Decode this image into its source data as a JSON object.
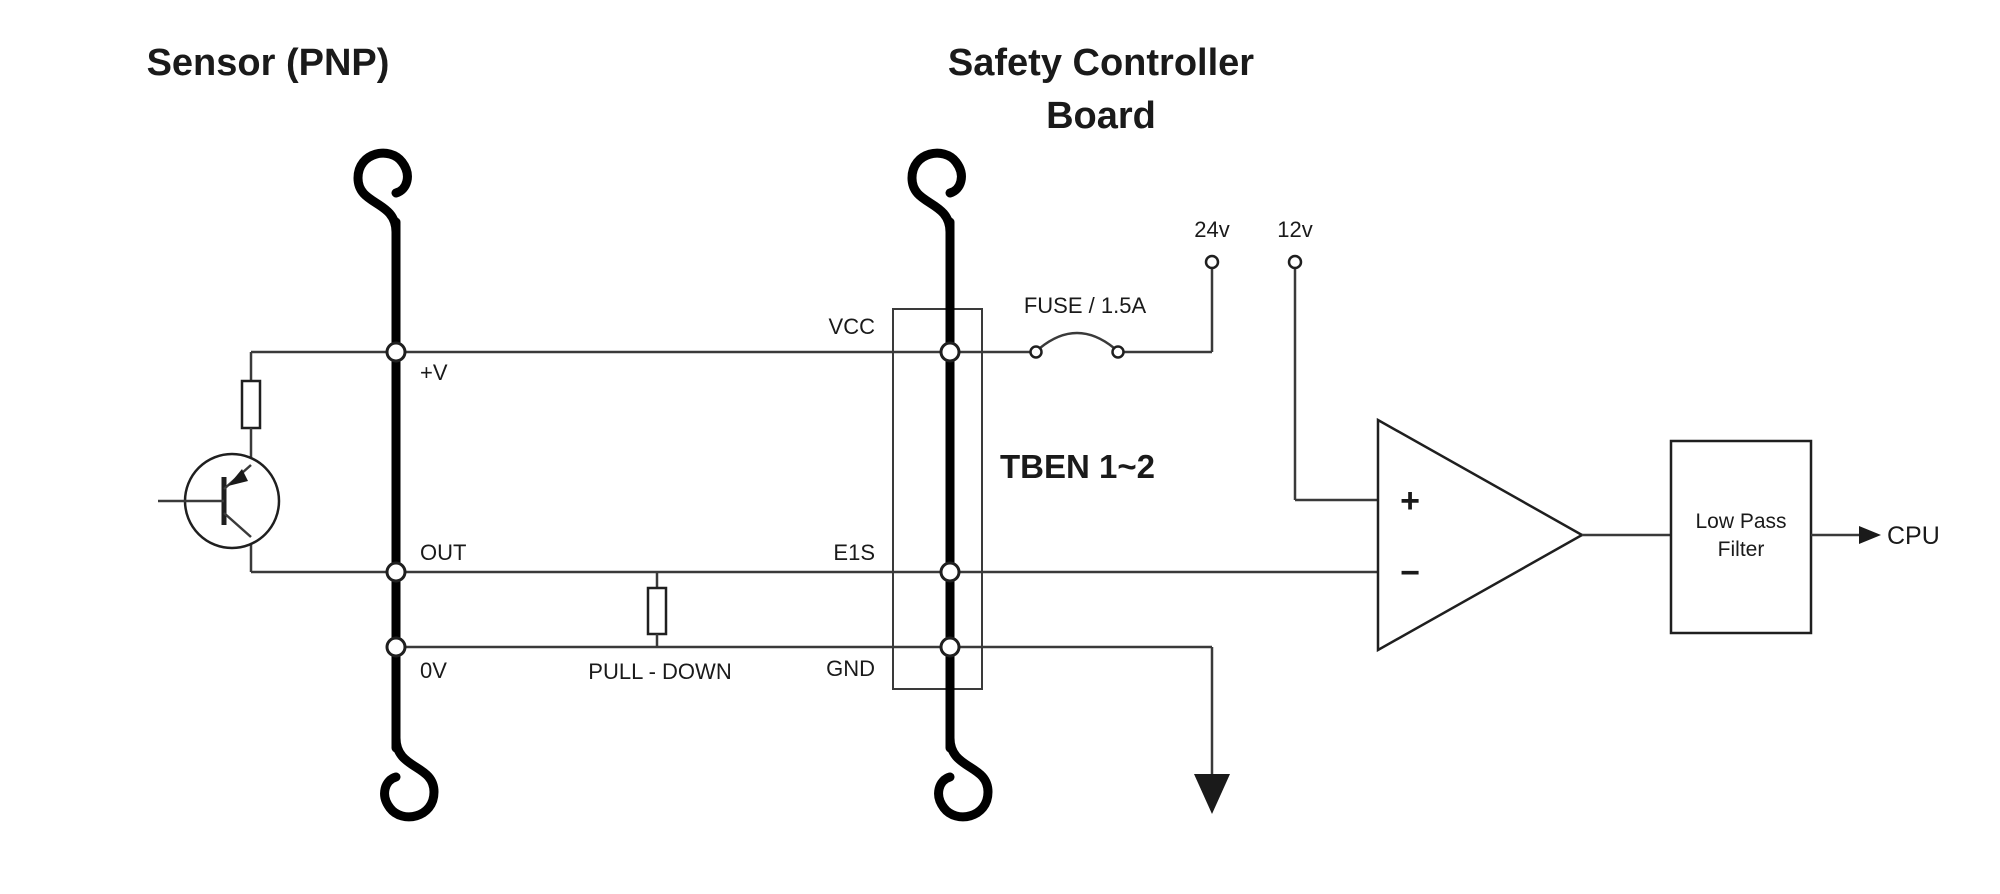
{
  "titles": {
    "sensor": "Sensor (PNP)",
    "controller_line1": "Safety Controller",
    "controller_line2": "Board"
  },
  "cable_labels": {
    "sensor_plus_v": "+V",
    "sensor_out": "OUT",
    "sensor_zero_v": "0V",
    "board_vcc": "VCC",
    "board_e1s": "E1S",
    "board_gnd": "GND"
  },
  "annotations": {
    "tben": "TBEN 1~2",
    "fuse": "FUSE / 1.5A",
    "supply_24v": "24v",
    "supply_12v": "12v",
    "pull_down": "PULL - DOWN",
    "opamp_plus": "+",
    "opamp_minus": "−",
    "lpf_line1": "Low Pass",
    "lpf_line2": "Filter",
    "cpu": "CPU"
  },
  "colors": {
    "cable": "#000000",
    "wire": "#3a3a3a",
    "text": "#1a1a1a",
    "background": "#ffffff"
  }
}
